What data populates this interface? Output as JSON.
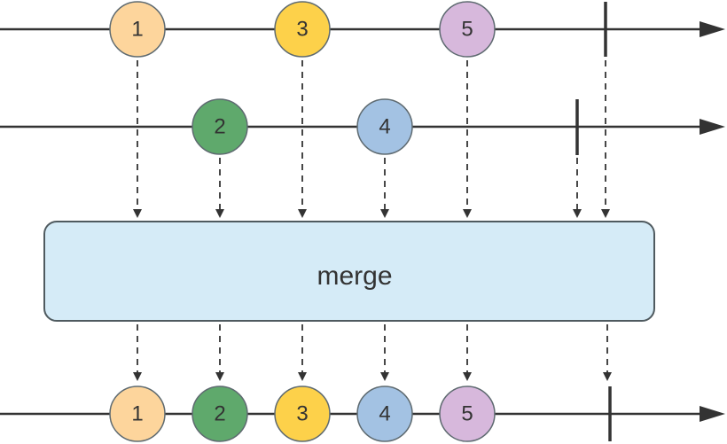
{
  "colors": {
    "line": "#333333",
    "arrow_dash": "#333333",
    "operator_fill": "#d5ebf7",
    "operator_stroke": "#4f5a5f",
    "node_stroke": "#5e6a70"
  },
  "operator": {
    "label": "merge"
  },
  "streams": {
    "top": {
      "items": [
        {
          "label": "1",
          "color": "#fdd59c"
        },
        {
          "label": "3",
          "color": "#fdd14a"
        },
        {
          "label": "5",
          "color": "#d7b8dc"
        }
      ]
    },
    "middle": {
      "items": [
        {
          "label": "2",
          "color": "#5fa96c"
        },
        {
          "label": "4",
          "color": "#a3c2e3"
        }
      ]
    },
    "output": {
      "items": [
        {
          "label": "1",
          "color": "#fdd59c"
        },
        {
          "label": "2",
          "color": "#5fa96c"
        },
        {
          "label": "3",
          "color": "#fdd14a"
        },
        {
          "label": "4",
          "color": "#a3c2e3"
        },
        {
          "label": "5",
          "color": "#d7b8dc"
        }
      ]
    }
  }
}
